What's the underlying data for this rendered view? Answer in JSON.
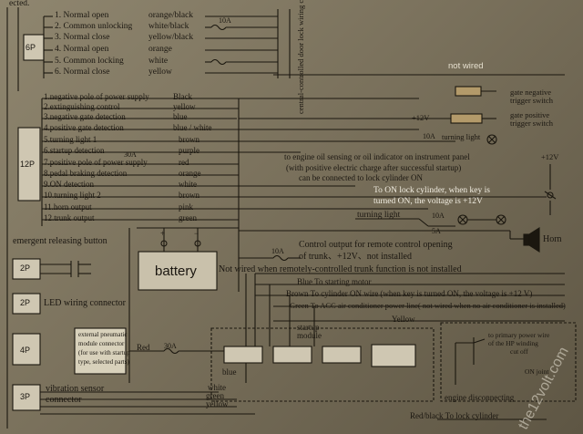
{
  "header": {
    "fragment": "ected."
  },
  "connector_6p": {
    "label": "6P",
    "wires": [
      {
        "text": "1. Normal open",
        "color": "orange/black"
      },
      {
        "text": "2. Common unlocking",
        "color": "white/black"
      },
      {
        "text": "3. Normal close",
        "color": "yellow/black"
      },
      {
        "text": "4. Normal open",
        "color": "orange"
      },
      {
        "text": "5. Common locking",
        "color": "white"
      },
      {
        "text": "6. Normal close",
        "color": "yellow"
      }
    ],
    "fuse1": "10A",
    "side_label": "central-controlled door lock wiring connector"
  },
  "not_wired": "not wired",
  "connector_12p": {
    "label": "12P",
    "wires": [
      {
        "text": "1.negative pole of power supply",
        "color": "Black"
      },
      {
        "text": "2.extinguishing control",
        "color": "yellow"
      },
      {
        "text": "3.negative gate detection",
        "color": "blue"
      },
      {
        "text": "4.positive gate detection",
        "color": "blue  /  white"
      },
      {
        "text": "5.turning light 1",
        "color": "brown"
      },
      {
        "text": "6.startup detection",
        "color": "purple"
      },
      {
        "text": "7.positive pole of power supply",
        "color": "red"
      },
      {
        "text": "8.pedal braking detection",
        "color": "orange"
      },
      {
        "text": "9.ON detection",
        "color": "white"
      },
      {
        "text": "10.turning light 2",
        "color": "brown"
      },
      {
        "text": "11.horn output",
        "color": "pink"
      },
      {
        "text": "12.trunk output",
        "color": "green"
      }
    ],
    "fuse_30a": "30A"
  },
  "gate_negative": "gate negative\ntrigger switch",
  "gate_positive": "gate positive\ntrigger switch",
  "plus12v": "+12V",
  "fuse_10a": "10A",
  "turning_light_top": "turning light",
  "engine_oil_note": [
    "to engine oil sensing or oil indicator on instrument panel",
    "(with positive electric charge after successful startup)",
    "can be connected to lock cylinder ON"
  ],
  "on_lock_note": [
    "To ON lock cylinder, when key is",
    "turned ON, the voltage is +12V"
  ],
  "turning_light_bottom": "turning light",
  "fuse_5a": "5A",
  "horn": "Horn",
  "emergent_button": "emergent releasing button",
  "battery": "battery",
  "trunk_note": [
    "Control output for remote control opening",
    "of trunk、+12V、not installed"
  ],
  "not_wired_trunk": "Not wired when remotely-controlled trunk function is not installed",
  "blue_starting": "Blue   To starting motor",
  "brown_cylinder": "Brown   To cylinder ON wire (when key is turned ON, the voltage is +12 V)",
  "green_acc": "Green  To ACC air conditioner power line( not wired when no air conditioner is installed)",
  "yellow": "Yellow",
  "startup_module": "startup module",
  "red30a": [
    "Red",
    "30A"
  ],
  "connector_2p_a": "2P",
  "connector_2p_b": "2P",
  "led_connector": "LED wiring connector",
  "connector_4p": "4P",
  "pneumatic_note": [
    "external pneumatic",
    "module connector",
    "(for use with startup",
    "type, selected parts)"
  ],
  "connector_3p": "3P",
  "vibration": [
    "vibration sensor",
    "connector"
  ],
  "wire_blue": "blue",
  "wire_white": "white",
  "wire_green": "green",
  "wire_yellow": "yellow",
  "primary_power": [
    "to primary power wire",
    "of the HP winding",
    "cut off"
  ],
  "on_joint": "ON joint",
  "engine_disconnecting": "engine disconnecting",
  "red_black": "Red/black  To lock cylinder",
  "watermark": "the12volt.com"
}
